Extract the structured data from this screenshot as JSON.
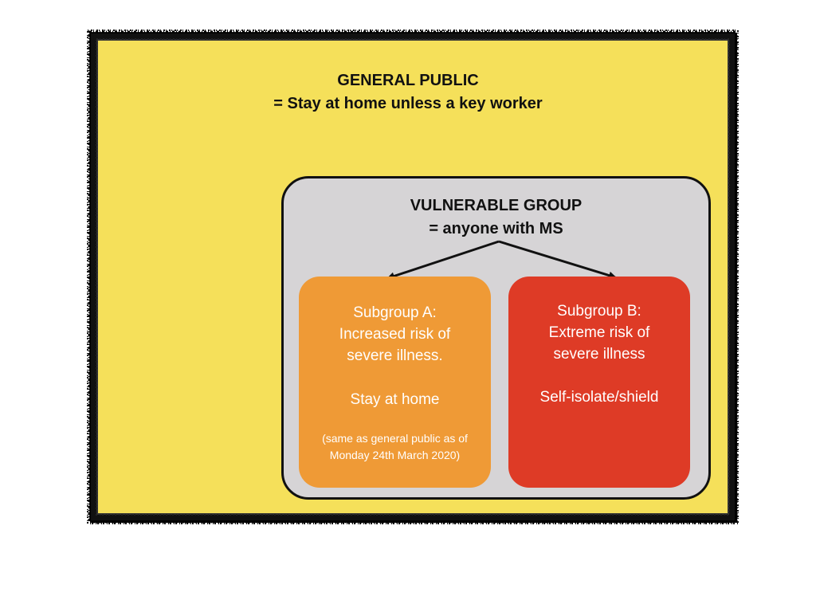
{
  "general_public": {
    "title_line1": "GENERAL PUBLIC",
    "title_line2": "= Stay at home unless a key worker"
  },
  "vulnerable_group": {
    "title_line1": "VULNERABLE GROUP",
    "title_line2": "= anyone with MS"
  },
  "subgroup_a": {
    "heading_lines": [
      "Subgroup A:",
      "Increased risk of",
      "severe illness."
    ],
    "action": "Stay at home",
    "note_lines": [
      "(same as general public as of",
      "Monday 24th March 2020)"
    ]
  },
  "subgroup_b": {
    "heading_lines": [
      "Subgroup B:",
      "Extreme risk of",
      "severe illness"
    ],
    "action": "Self-isolate/shield"
  },
  "colors": {
    "general_public_fill": "#f5e05a",
    "vulnerable_group_fill": "#d6d4d6",
    "subgroup_a_fill": "#ef9a36",
    "subgroup_b_fill": "#de3b26"
  }
}
